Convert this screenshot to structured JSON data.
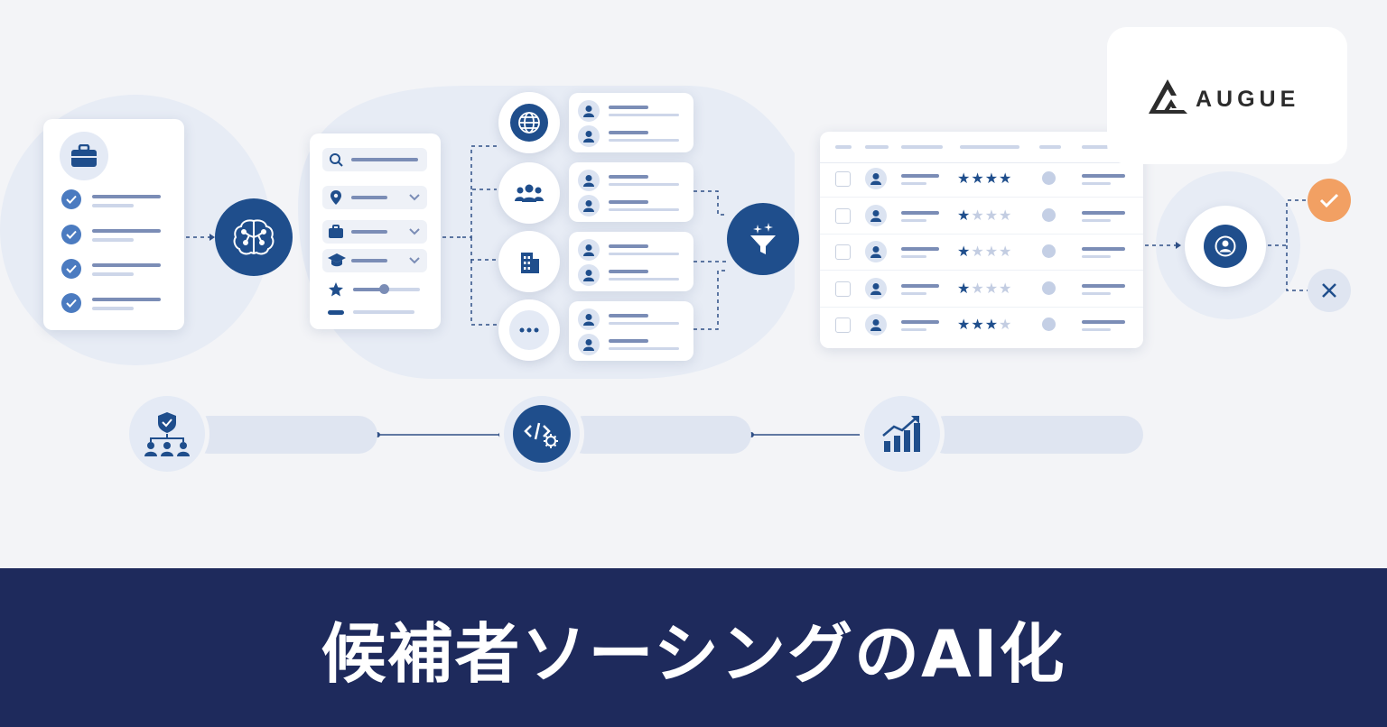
{
  "brand": {
    "name": "AUGUE"
  },
  "footer": {
    "title": "候補者ソーシングのAI化"
  },
  "icons": {
    "briefcase": "briefcase-icon",
    "brain": "brain-icon",
    "search": "search-icon",
    "location": "location-pin-icon",
    "education": "graduation-cap-icon",
    "star": "star-icon",
    "globe": "globe-icon",
    "people": "people-icon",
    "building": "building-icon",
    "more": "more-icon",
    "funnel": "funnel-icon",
    "user": "user-icon",
    "approve": "check-icon",
    "reject": "close-icon",
    "team": "team-icon",
    "code": "code-gear-icon",
    "growth": "growth-chart-icon"
  },
  "ranking": {
    "ratings": [
      4,
      1,
      1,
      1,
      3
    ],
    "max_rating": 4
  },
  "colors": {
    "navy": "#1f4e8c",
    "footer": "#1e2a5c",
    "accept": "#f2a063",
    "background": "#f3f4f7"
  }
}
